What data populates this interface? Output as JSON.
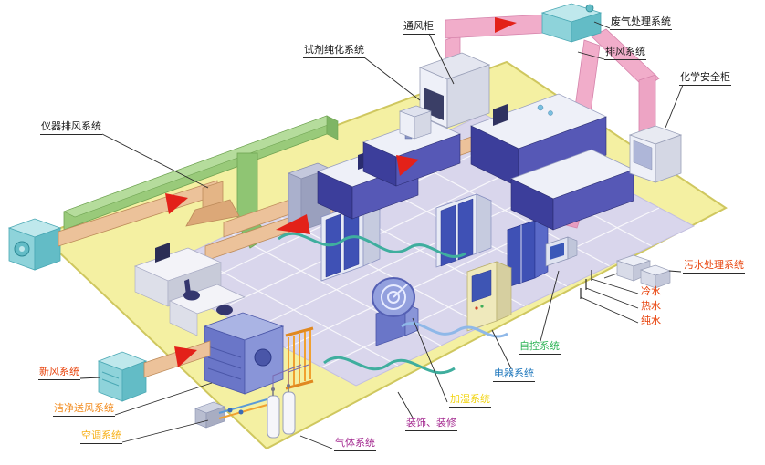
{
  "labels": {
    "fume_hood": {
      "text": "通风柜",
      "color": "#1a1a1a"
    },
    "reagent_purification": {
      "text": "试剂纯化系统",
      "color": "#1a1a1a"
    },
    "waste_gas_treatment": {
      "text": "废气处理系统",
      "color": "#1a1a1a"
    },
    "exhaust_air": {
      "text": "排风系统",
      "color": "#1a1a1a"
    },
    "chemical_safety_cabinet": {
      "text": "化学安全柜",
      "color": "#1a1a1a"
    },
    "instrument_exhaust": {
      "text": "仪器排风系统",
      "color": "#1a1a1a"
    },
    "sewage_treatment": {
      "text": "污水处理系统",
      "color": "#e8430c"
    },
    "cold_water": {
      "text": "冷水",
      "color": "#e8430c"
    },
    "hot_water": {
      "text": "热水",
      "color": "#e8430c"
    },
    "pure_water": {
      "text": "纯水",
      "color": "#e8430c"
    },
    "auto_control": {
      "text": "自控系统",
      "color": "#2fb457"
    },
    "electrical": {
      "text": "电器系统",
      "color": "#1b75bb"
    },
    "fresh_air": {
      "text": "新风系统",
      "color": "#e8430c"
    },
    "clean_air_supply": {
      "text": "洁净送风系统",
      "color": "#f28a1c"
    },
    "air_conditioning": {
      "text": "空调系统",
      "color": "#f7b018"
    },
    "gas_system": {
      "text": "气体系统",
      "color": "#a42a90"
    },
    "decoration": {
      "text": "装饰、装修",
      "color": "#a42a90"
    },
    "humidification": {
      "text": "加湿系统",
      "color": "#f2d410"
    }
  },
  "scene_colors": {
    "floor_yellow": "#f4f0a2",
    "floor_lavender": "#d9d6ec",
    "duct_green": "#99ca7a",
    "duct_pink": "#f1adca",
    "duct_tan": "#ecc29a",
    "bench_blue": "#3c3e9b",
    "equipment_cyan": "#8ed3da",
    "arrow_red": "#e32119",
    "leader_line": "#2a2a2a"
  }
}
